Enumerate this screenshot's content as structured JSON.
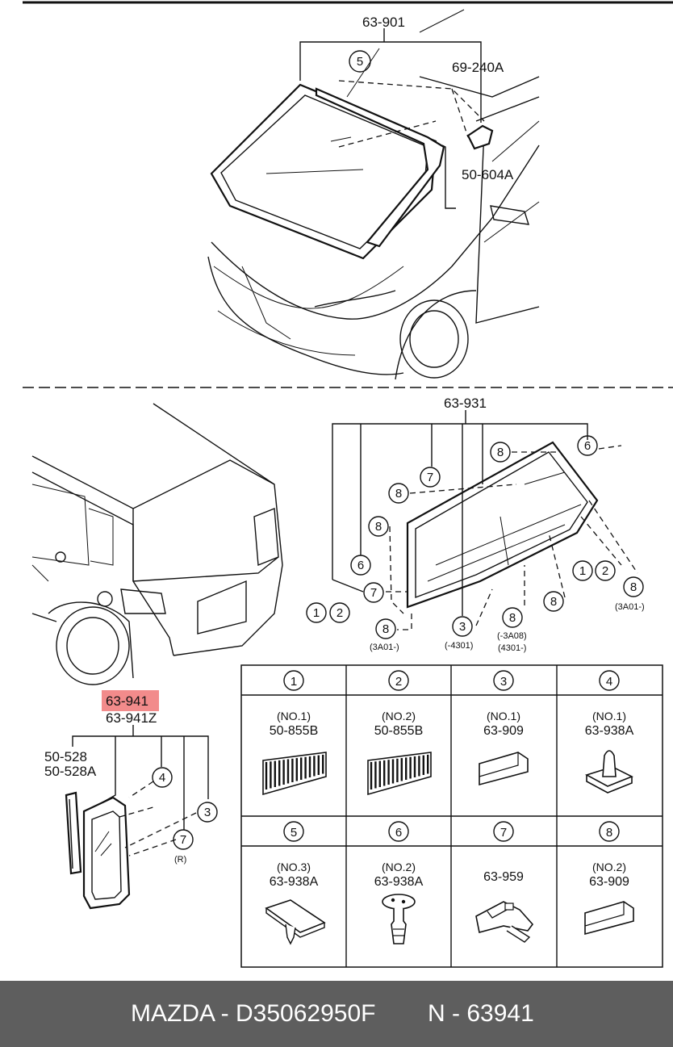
{
  "top": {
    "part_63_901": "63-901",
    "part_69_240A": "69-240A",
    "part_50_604A": "50-604A",
    "callout_5": "5"
  },
  "rear": {
    "part_63_931": "63-931",
    "c8a": "8",
    "c6a": "6",
    "c7a": "7",
    "c8b": "8",
    "c8c": "8",
    "c6b": "6",
    "c7b": "7",
    "c1a": "1",
    "c2a": "2",
    "c8d": "8",
    "c3": "3",
    "c8e": "8",
    "c8f": "8",
    "c1b": "1",
    "c2b": "2",
    "c8g": "8",
    "note_3a01_left": "(3A01-)",
    "note_4301": "(-4301)",
    "note_3a08": "(-3A08)",
    "note_4301b": "(4301-)",
    "note_3a01_right": "(3A01-)"
  },
  "side": {
    "part_63_941": "63-941",
    "highlight_color": "#f28b8b",
    "part_63_941Z": "63-941Z",
    "part_50_528": "50-528",
    "part_50_528A": "50-528A",
    "c4": "4",
    "c7": "7",
    "c7_note": "(R)",
    "c3": "3"
  },
  "parts_table": [
    {
      "num": "1",
      "spec": "(NO.1)",
      "part": "50-855B",
      "icon": "comb-strip-icon"
    },
    {
      "num": "2",
      "spec": "(NO.2)",
      "part": "50-855B",
      "icon": "comb-strip-icon"
    },
    {
      "num": "3",
      "spec": "(NO.1)",
      "part": "63-909",
      "icon": "spacer-block-icon"
    },
    {
      "num": "4",
      "spec": "(NO.1)",
      "part": "63-938A",
      "icon": "clip-cone-icon"
    },
    {
      "num": "5",
      "spec": "(NO.3)",
      "part": "63-938A",
      "icon": "clip-plate-icon"
    },
    {
      "num": "6",
      "spec": "(NO.2)",
      "part": "63-938A",
      "icon": "pin-fastener-icon"
    },
    {
      "num": "7",
      "spec": "",
      "part": "63-959",
      "icon": "bracket-clip-icon"
    },
    {
      "num": "8",
      "spec": "(NO.2)",
      "part": "63-909",
      "icon": "spacer-block-icon"
    }
  ],
  "footer": {
    "brand_code": "MAZDA - D35062950F",
    "part_number": "N - 63941",
    "background": "#5e5e5e"
  }
}
